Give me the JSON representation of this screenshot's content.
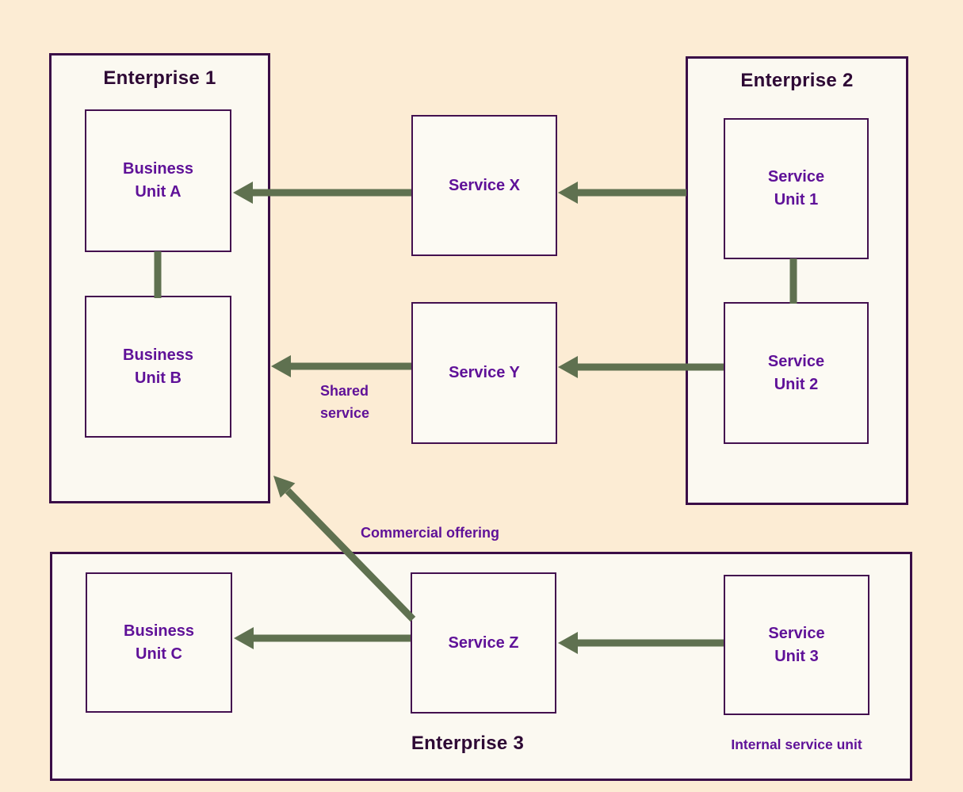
{
  "colors": {
    "background": "#fcecd4",
    "box_fill": "#fbf9f1",
    "border_purple": "#3a0d47",
    "title_text": "#2e0935",
    "label_text": "#5f1198",
    "arrow_green": "#5f7150"
  },
  "enterprises": {
    "enterprise1": {
      "title": "Enterprise 1"
    },
    "enterprise2": {
      "title": "Enterprise 2"
    },
    "enterprise3": {
      "title": "Enterprise 3"
    }
  },
  "units": {
    "business_unit_a": {
      "lines": [
        "Business",
        "Unit A"
      ]
    },
    "business_unit_b": {
      "lines": [
        "Business",
        "Unit B"
      ]
    },
    "business_unit_c": {
      "lines": [
        "Business",
        "Unit C"
      ]
    },
    "service_unit_1": {
      "lines": [
        "Service",
        "Unit 1"
      ]
    },
    "service_unit_2": {
      "lines": [
        "Service",
        "Unit 2"
      ]
    },
    "service_unit_3": {
      "lines": [
        "Service",
        "Unit 3"
      ]
    },
    "service_x": {
      "label": "Service X"
    },
    "service_y": {
      "label": "Service Y"
    },
    "service_z": {
      "label": "Service Z"
    }
  },
  "annotations": {
    "shared_service": {
      "lines": [
        "Shared",
        "service"
      ]
    },
    "commercial_offering": "Commercial offering",
    "internal_service_unit": "Internal service unit"
  }
}
